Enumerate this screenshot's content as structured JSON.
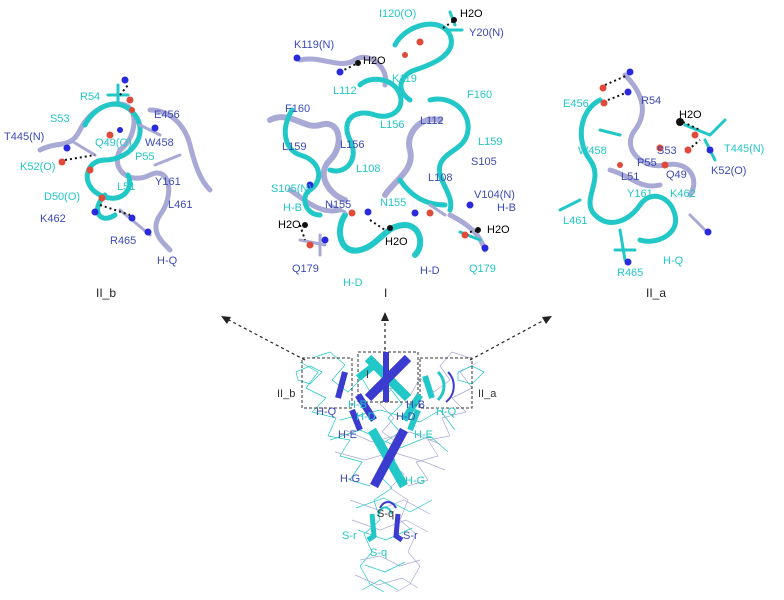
{
  "colors": {
    "cyan": "#22c7c7",
    "blue": "#3b4bb5",
    "lavender": "#a9a9d6",
    "oxygen": "#e04a3a",
    "nitrogen": "#2a2adb",
    "water": "#111111"
  },
  "panels": {
    "b": {
      "title": "II_b",
      "labels": [
        "R54",
        "S53",
        "E456",
        "T445(N)",
        "Q49(O)",
        "W458",
        "P55",
        "K52(O)",
        "L51",
        "Y161",
        "D50(O)",
        "L461",
        "K462",
        "R465",
        "H-Q"
      ]
    },
    "center": {
      "title": "I",
      "labels": [
        "I120(O)",
        "Y20(N)",
        "H2O",
        "K119(N)",
        "H2O",
        "K119",
        "L112",
        "F160",
        "F160",
        "L112",
        "L156",
        "L156",
        "L159",
        "L159",
        "S105",
        "L108",
        "L108",
        "S105(N)",
        "V104(N)",
        "N155",
        "N155",
        "H-B",
        "H-B",
        "H2O",
        "H2O",
        "H2O",
        "Q179",
        "Q179",
        "H-D",
        "H-D"
      ]
    },
    "a": {
      "title": "II_a",
      "labels": [
        "R54",
        "E456",
        "H2O",
        "W458",
        "S53",
        "T445(N)",
        "P55",
        "Q49",
        "L51",
        "K52(O)",
        "Y161",
        "K462",
        "L461",
        "R465",
        "H-Q"
      ]
    }
  },
  "overview": {
    "box_labels": [
      "II_b",
      "I",
      "II_a"
    ],
    "helix_labels": [
      "H-Q",
      "H-B",
      "H-B",
      "H-Q",
      "H-D",
      "H-D",
      "H-E",
      "H-E",
      "H-G",
      "H-G",
      "S-q",
      "S-q",
      "S-r",
      "S-r"
    ]
  }
}
